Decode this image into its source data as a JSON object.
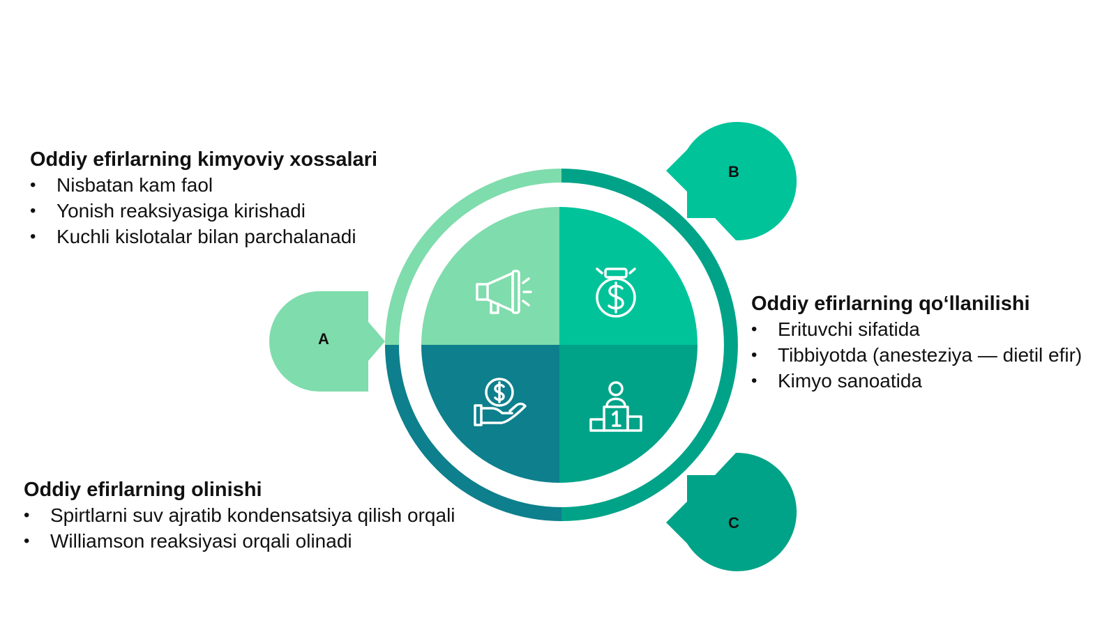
{
  "colors": {
    "light_green": "#7fdcac",
    "mid_green": "#00c39a",
    "teal": "#00a388",
    "dark_teal": "#0e7f8c",
    "icon_stroke": "#ffffff"
  },
  "markers": {
    "a": "A",
    "b": "B",
    "c": "C"
  },
  "icons": {
    "q1": "megaphone-icon",
    "q2": "money-bag-icon",
    "q3": "hand-coin-icon",
    "q4": "podium-icon"
  },
  "blocks": {
    "top_left": {
      "title": "Oddiy efirlarning kimyoviy xossalari",
      "items": [
        "Nisbatan kam faol",
        "Yonish reaksiyasiga kirishadi",
        "Kuchli kislotalar bilan parchalanadi"
      ]
    },
    "right": {
      "title": "Oddiy efirlarning qo‘llanilishi",
      "items": [
        "Erituvchi sifatida",
        "Tibbiyotda (anesteziya — dietil efir)",
        "Kimyo sanoatida"
      ]
    },
    "bottom_left": {
      "title": "Oddiy efirlarning olinishi",
      "items": [
        "Spirtlarni suv ajratib kondensatsiya qilish orqali",
        "Williamson reaksiyasi orqali olinadi"
      ]
    }
  }
}
